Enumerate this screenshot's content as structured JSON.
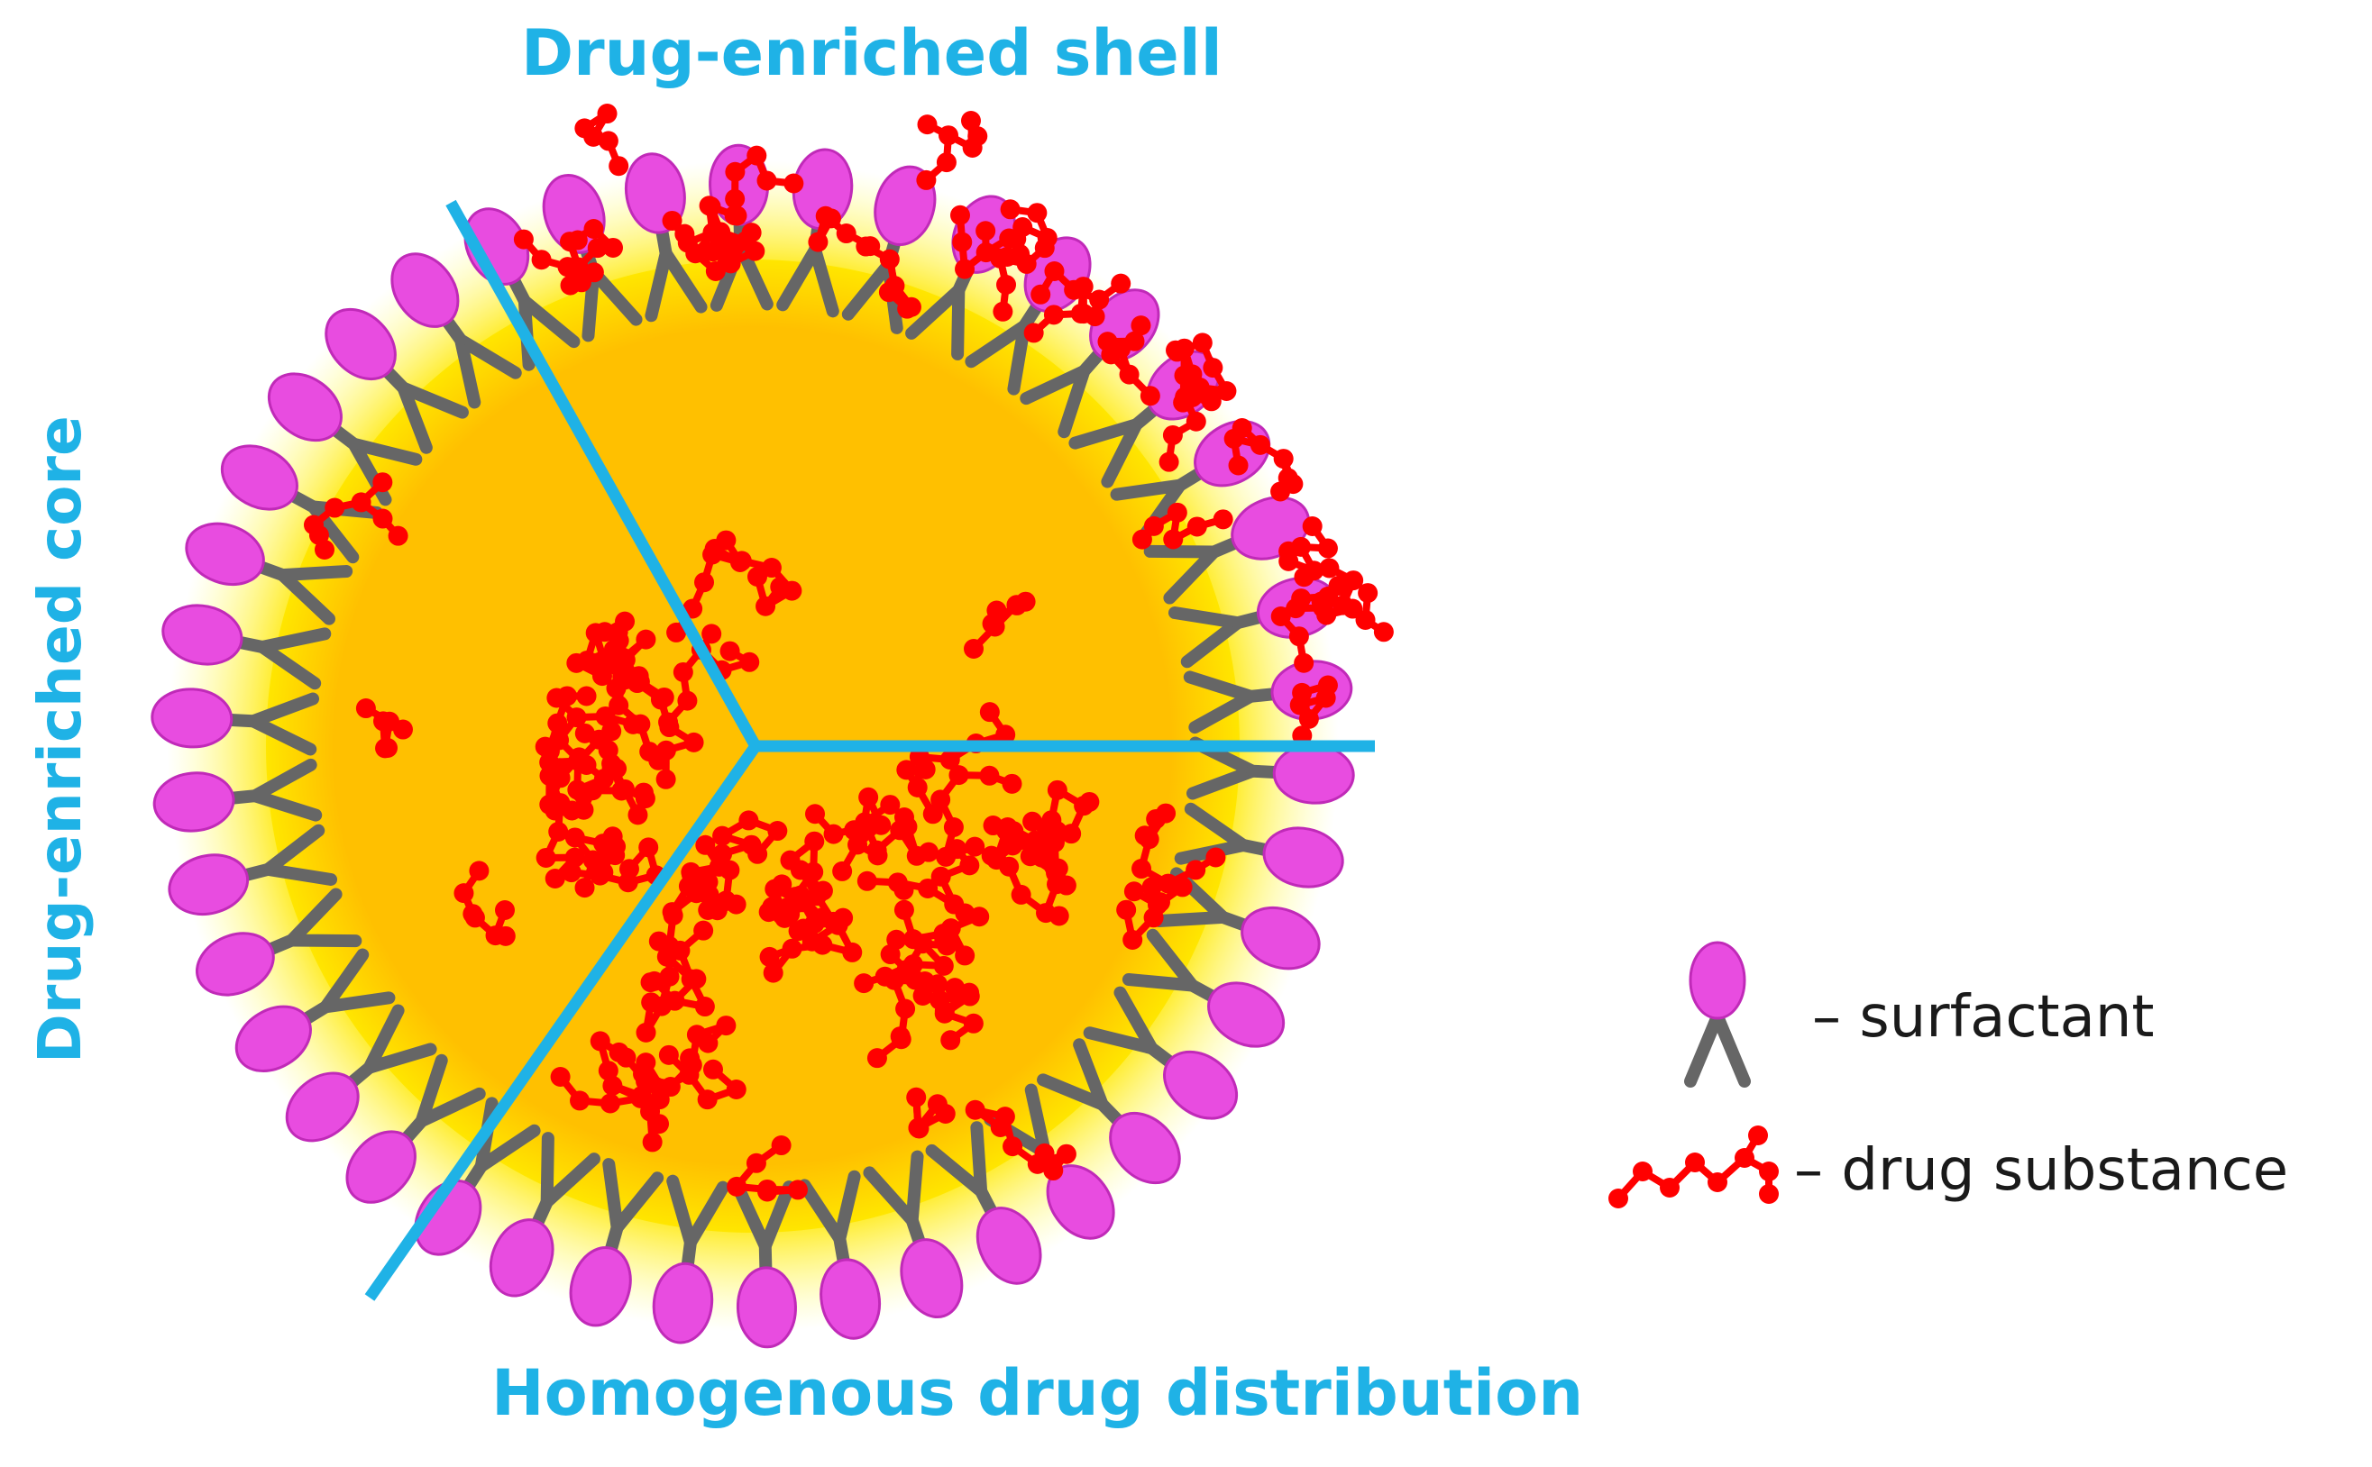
{
  "labels": {
    "shell": "Drug-enriched shell",
    "core": "Drug-enriched core",
    "homogenous": "Homogenous drug distribution"
  },
  "legend": {
    "surfactant": "–   surfactant",
    "drug": "–   drug substance"
  },
  "colors": {
    "label": "#1fb2e6",
    "divider": "#1fb2e6",
    "core_fill": "#ffc000",
    "halo": "#ffe600",
    "surfactant_head": "#e84ce0",
    "surfactant_head_edge": "#c02ab8",
    "surfactant_tail": "#666666",
    "drug": "#ff0000",
    "legend_text": "#1a1a1a"
  },
  "icons": {
    "surfactant": "surfactant-molecule-icon",
    "drug": "drug-molecule-icon"
  }
}
